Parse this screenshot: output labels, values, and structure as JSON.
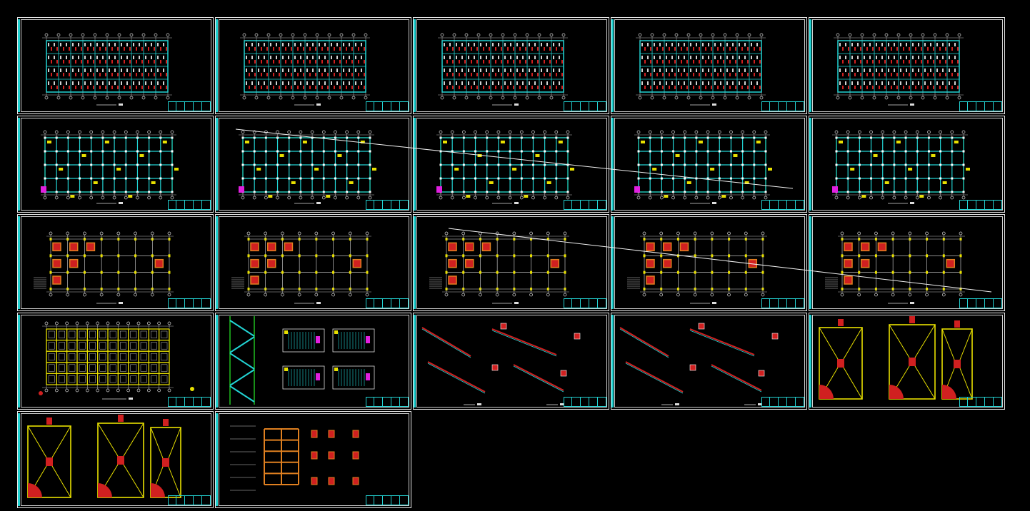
{
  "colors": {
    "background": "#000000",
    "frame": "#e8e8e8",
    "cyan": "#22d3d3",
    "yellow": "#e8e000",
    "red": "#d02020",
    "orange": "#e08020",
    "magenta": "#e020e0",
    "green": "#20c020",
    "white": "#ffffff"
  },
  "sheets": [
    {
      "row": 0,
      "col": 0,
      "kind": "floor-plan-hatched"
    },
    {
      "row": 0,
      "col": 1,
      "kind": "floor-plan-hatched"
    },
    {
      "row": 0,
      "col": 2,
      "kind": "floor-plan-hatched"
    },
    {
      "row": 0,
      "col": 3,
      "kind": "floor-plan-hatched"
    },
    {
      "row": 0,
      "col": 4,
      "kind": "floor-plan-hatched"
    },
    {
      "row": 1,
      "col": 0,
      "kind": "beam-plan"
    },
    {
      "row": 1,
      "col": 1,
      "kind": "beam-plan"
    },
    {
      "row": 1,
      "col": 2,
      "kind": "beam-plan"
    },
    {
      "row": 1,
      "col": 3,
      "kind": "beam-plan"
    },
    {
      "row": 1,
      "col": 4,
      "kind": "beam-plan"
    },
    {
      "row": 2,
      "col": 0,
      "kind": "column-plan"
    },
    {
      "row": 2,
      "col": 1,
      "kind": "column-plan"
    },
    {
      "row": 2,
      "col": 2,
      "kind": "column-plan"
    },
    {
      "row": 2,
      "col": 3,
      "kind": "column-plan"
    },
    {
      "row": 2,
      "col": 4,
      "kind": "column-plan"
    },
    {
      "row": 3,
      "col": 0,
      "kind": "foundation-plan"
    },
    {
      "row": 3,
      "col": 1,
      "kind": "stair-section"
    },
    {
      "row": 3,
      "col": 2,
      "kind": "stair-details"
    },
    {
      "row": 3,
      "col": 3,
      "kind": "stair-details"
    },
    {
      "row": 3,
      "col": 4,
      "kind": "footing-details"
    },
    {
      "row": 4,
      "col": 0,
      "kind": "footing-details"
    },
    {
      "row": 4,
      "col": 1,
      "kind": "frame-elevation"
    }
  ]
}
